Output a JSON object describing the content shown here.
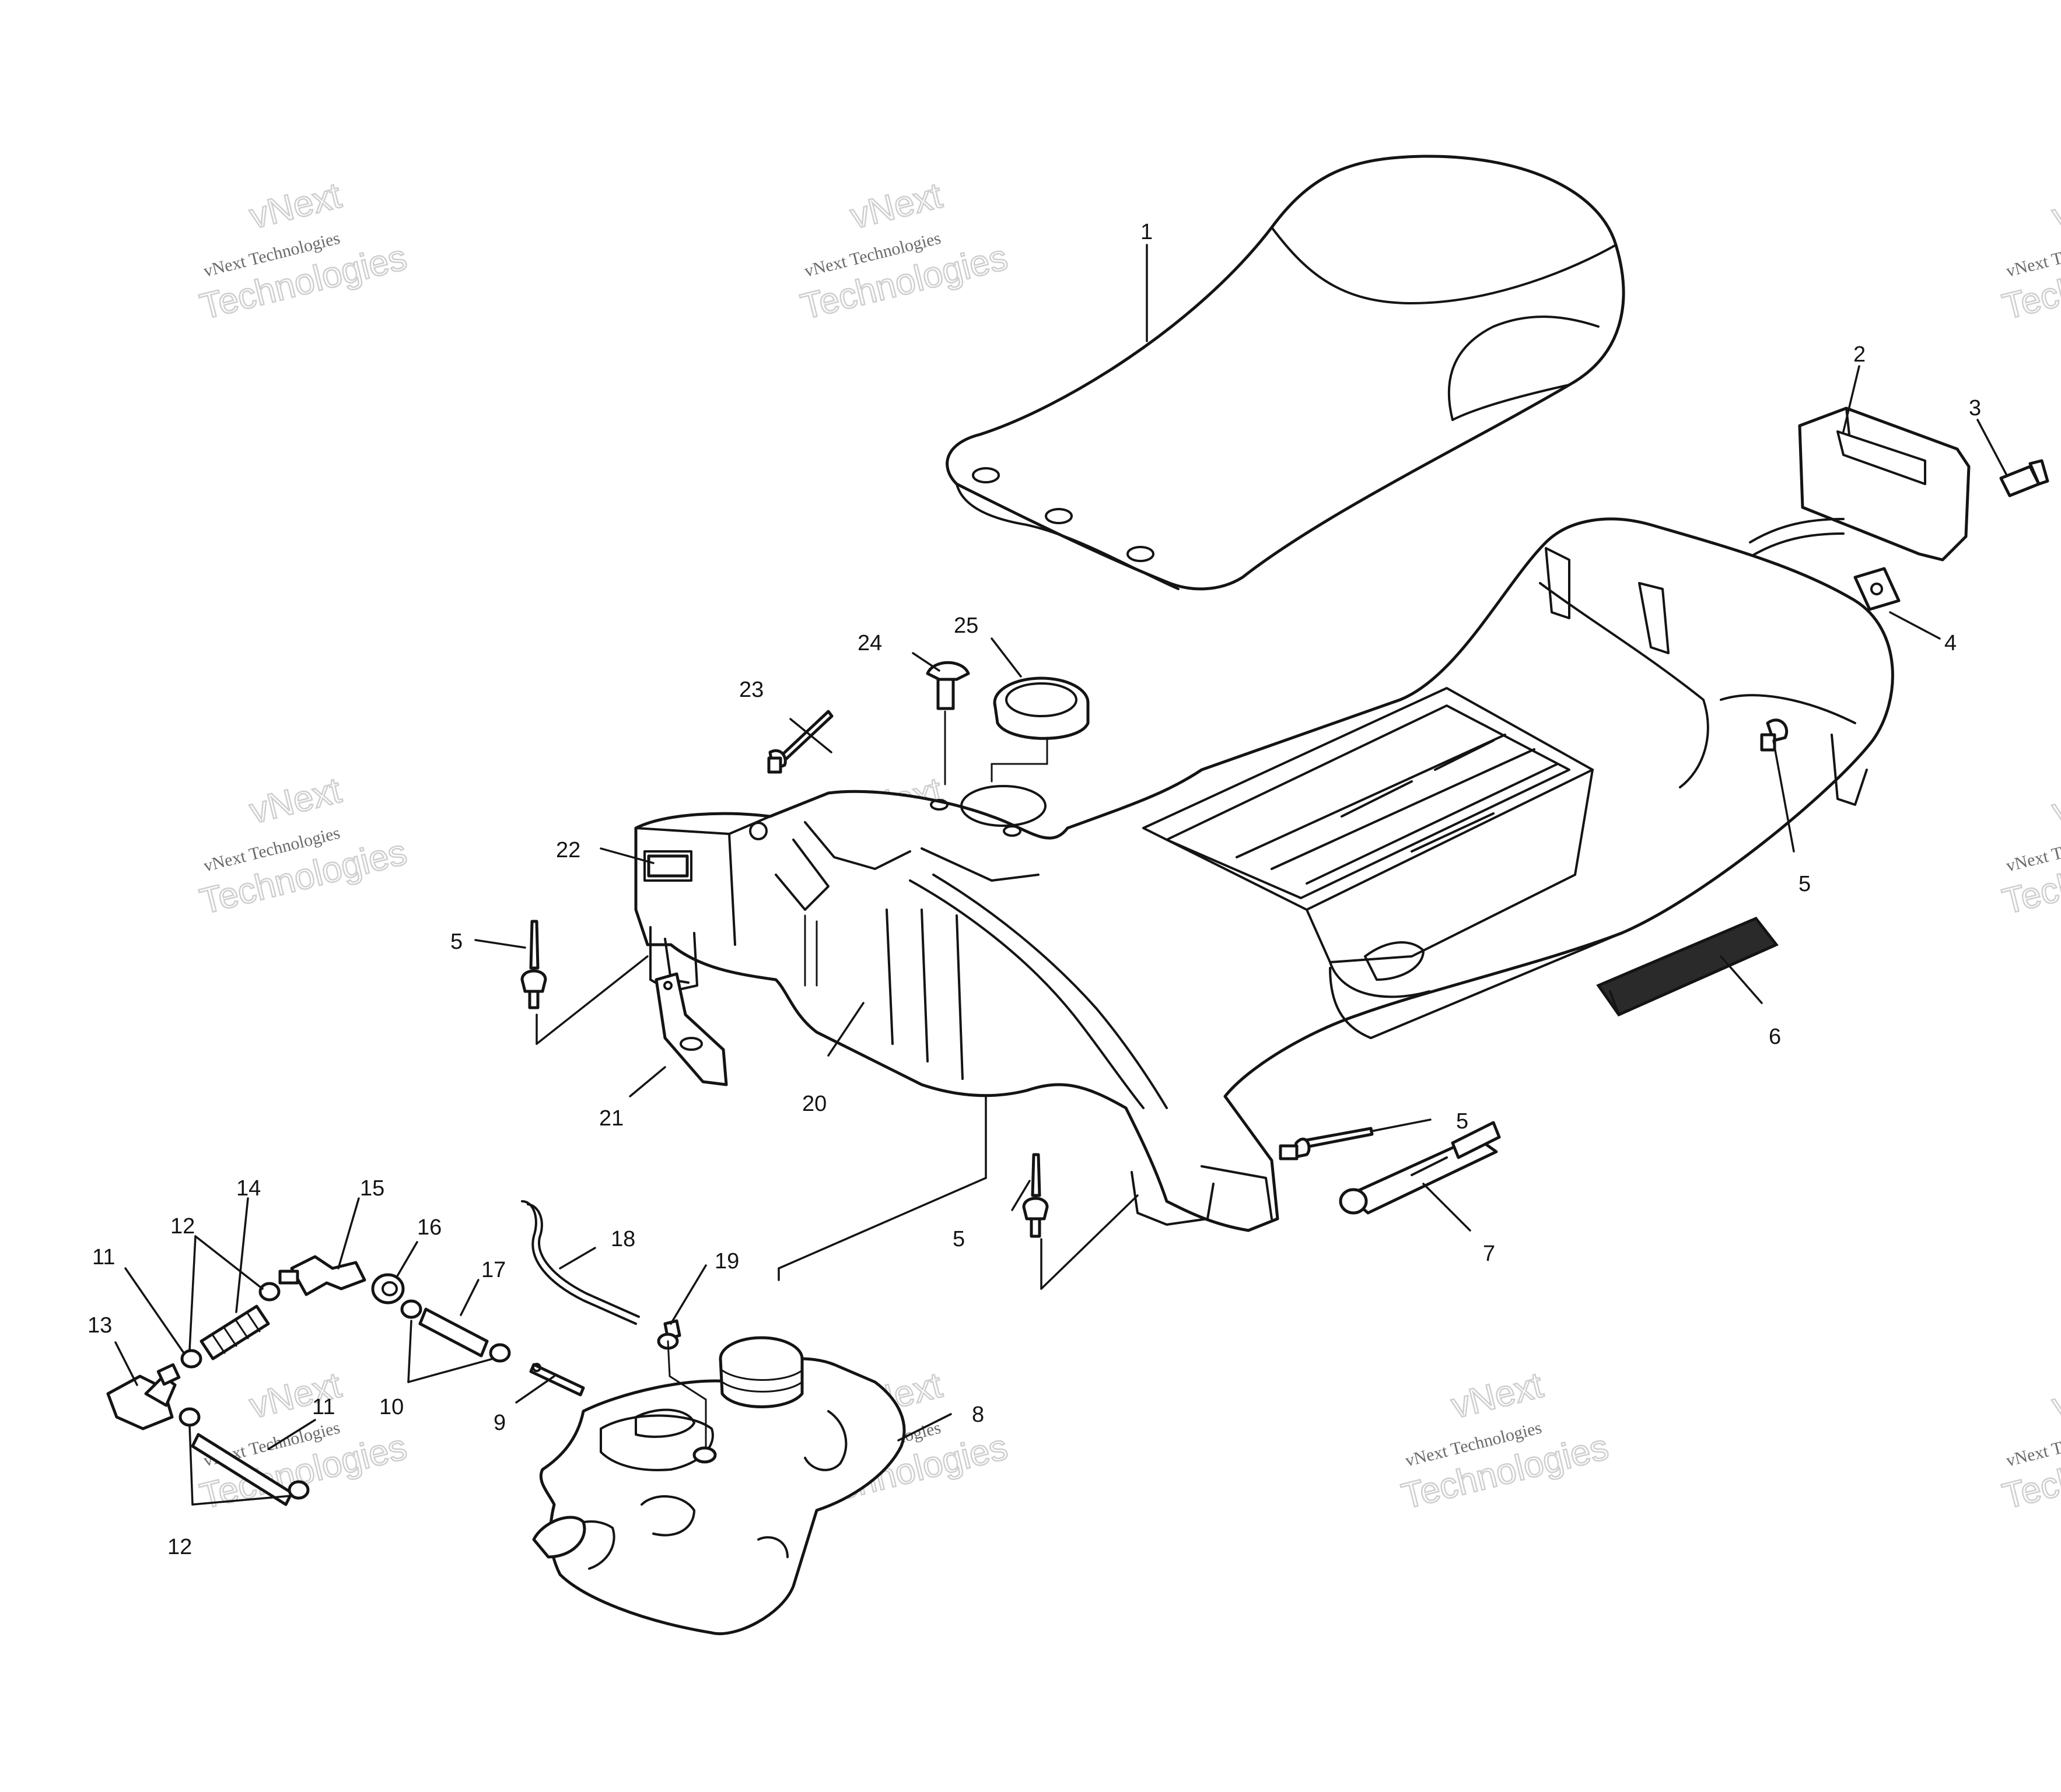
{
  "watermark": {
    "brand": "vNext",
    "line_small": "vNext Technologies",
    "line_big": "Technologies"
  },
  "callouts": [
    {
      "id": "c1",
      "text": "1"
    },
    {
      "id": "c2",
      "text": "2"
    },
    {
      "id": "c3",
      "text": "3"
    },
    {
      "id": "c4",
      "text": "4"
    },
    {
      "id": "c5a",
      "text": "5"
    },
    {
      "id": "c5b",
      "text": "5"
    },
    {
      "id": "c5c",
      "text": "5"
    },
    {
      "id": "c5d",
      "text": "5"
    },
    {
      "id": "c6",
      "text": "6"
    },
    {
      "id": "c7",
      "text": "7"
    },
    {
      "id": "c8",
      "text": "8"
    },
    {
      "id": "c9",
      "text": "9"
    },
    {
      "id": "c10",
      "text": "10"
    },
    {
      "id": "c11a",
      "text": "11"
    },
    {
      "id": "c11b",
      "text": "11"
    },
    {
      "id": "c12a",
      "text": "12"
    },
    {
      "id": "c12b",
      "text": "12"
    },
    {
      "id": "c13",
      "text": "13"
    },
    {
      "id": "c14",
      "text": "14"
    },
    {
      "id": "c15",
      "text": "15"
    },
    {
      "id": "c16",
      "text": "16"
    },
    {
      "id": "c17",
      "text": "17"
    },
    {
      "id": "c18",
      "text": "18"
    },
    {
      "id": "c19",
      "text": "19"
    },
    {
      "id": "c20",
      "text": "20"
    },
    {
      "id": "c21",
      "text": "21"
    },
    {
      "id": "c22",
      "text": "22"
    },
    {
      "id": "c23",
      "text": "23"
    },
    {
      "id": "c24",
      "text": "24"
    },
    {
      "id": "c25",
      "text": "25"
    }
  ]
}
